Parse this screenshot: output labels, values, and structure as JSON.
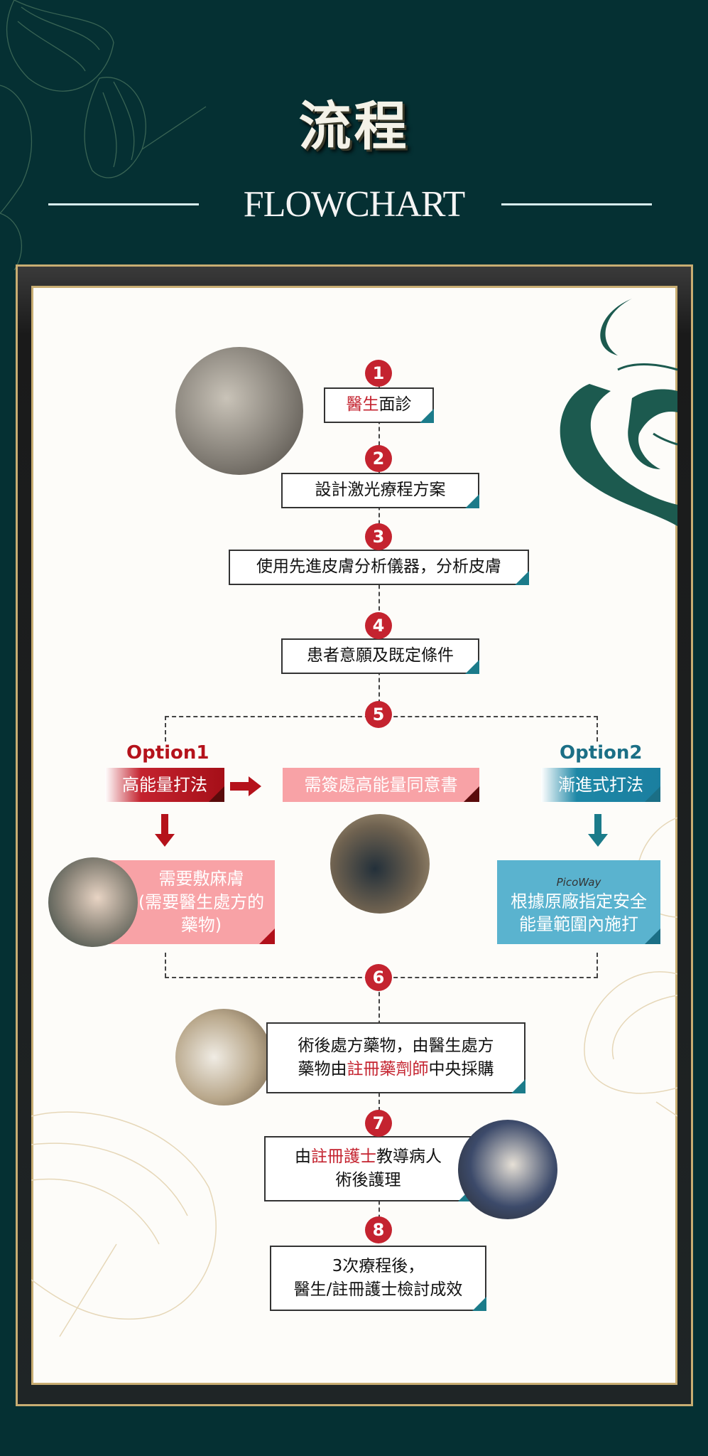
{
  "header": {
    "title": "流程",
    "subtitle": "FLOWCHART"
  },
  "steps": [
    {
      "number": "1",
      "pre": "",
      "highlight": "醫生",
      "post": "面診"
    },
    {
      "number": "2",
      "text": "設計激光療程方案"
    },
    {
      "number": "3",
      "text": "使用先進皮膚分析儀器，分析皮膚"
    },
    {
      "number": "4",
      "text": "患者意願及既定條件"
    },
    {
      "number": "5"
    },
    {
      "number": "6",
      "line1": "術後處方藥物，由醫生處方",
      "line2_pre": "藥物由",
      "line2_highlight": "註冊藥劑師",
      "line2_post": "中央採購"
    },
    {
      "number": "7",
      "line1_pre": "由",
      "line1_highlight": "註冊護士",
      "line1_post": "教導病人",
      "line2": "術後護理"
    },
    {
      "number": "8",
      "line1": "3次療程後，",
      "line2": "醫生/註冊護士檢討成效"
    }
  ],
  "option1": {
    "label": "Option1",
    "method": "高能量打法",
    "consent": "需簽處高能量同意書",
    "detail_line1": "需要敷麻膚",
    "detail_line2": "(需要醫生處方的",
    "detail_line3": "藥物)"
  },
  "option2": {
    "label": "Option2",
    "method": "漸進式打法",
    "logo": "PicoWay",
    "detail_line1": "根據原廠指定安全",
    "detail_line2": "能量範圍內施打"
  },
  "colors": {
    "background": "#053033",
    "accent_red": "#c4232f",
    "accent_teal": "#1b7b8a",
    "gold": "#c8ad72"
  }
}
